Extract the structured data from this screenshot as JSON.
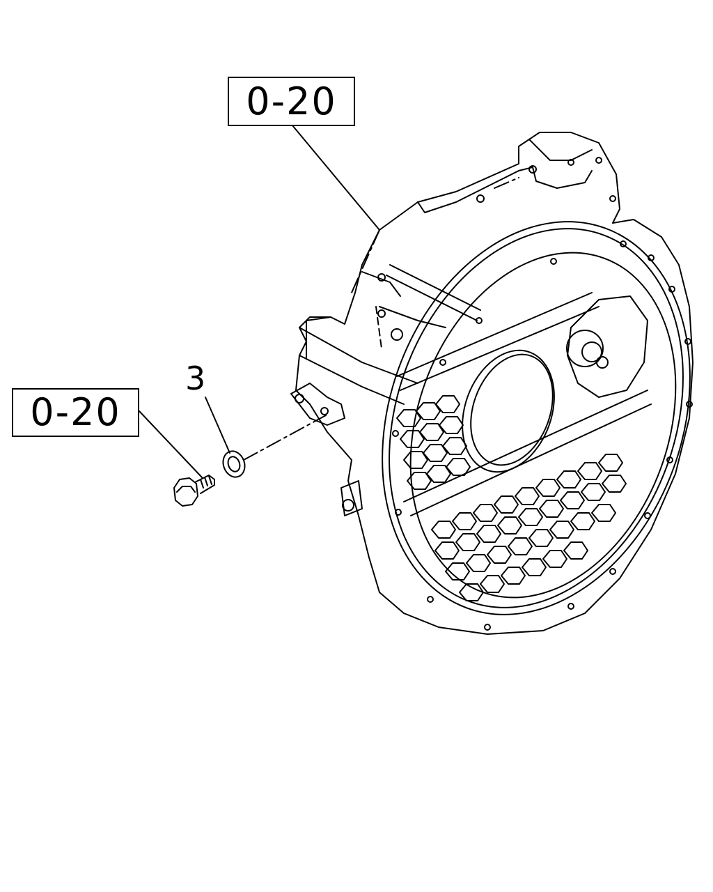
{
  "diagram": {
    "references": [
      {
        "id": "ref-top",
        "text": "0-20"
      },
      {
        "id": "ref-left",
        "text": "0-20"
      }
    ],
    "callouts": [
      {
        "id": "item-3",
        "text": "3"
      }
    ],
    "parts": [
      "flywheel-housing",
      "washer",
      "bolt"
    ]
  }
}
